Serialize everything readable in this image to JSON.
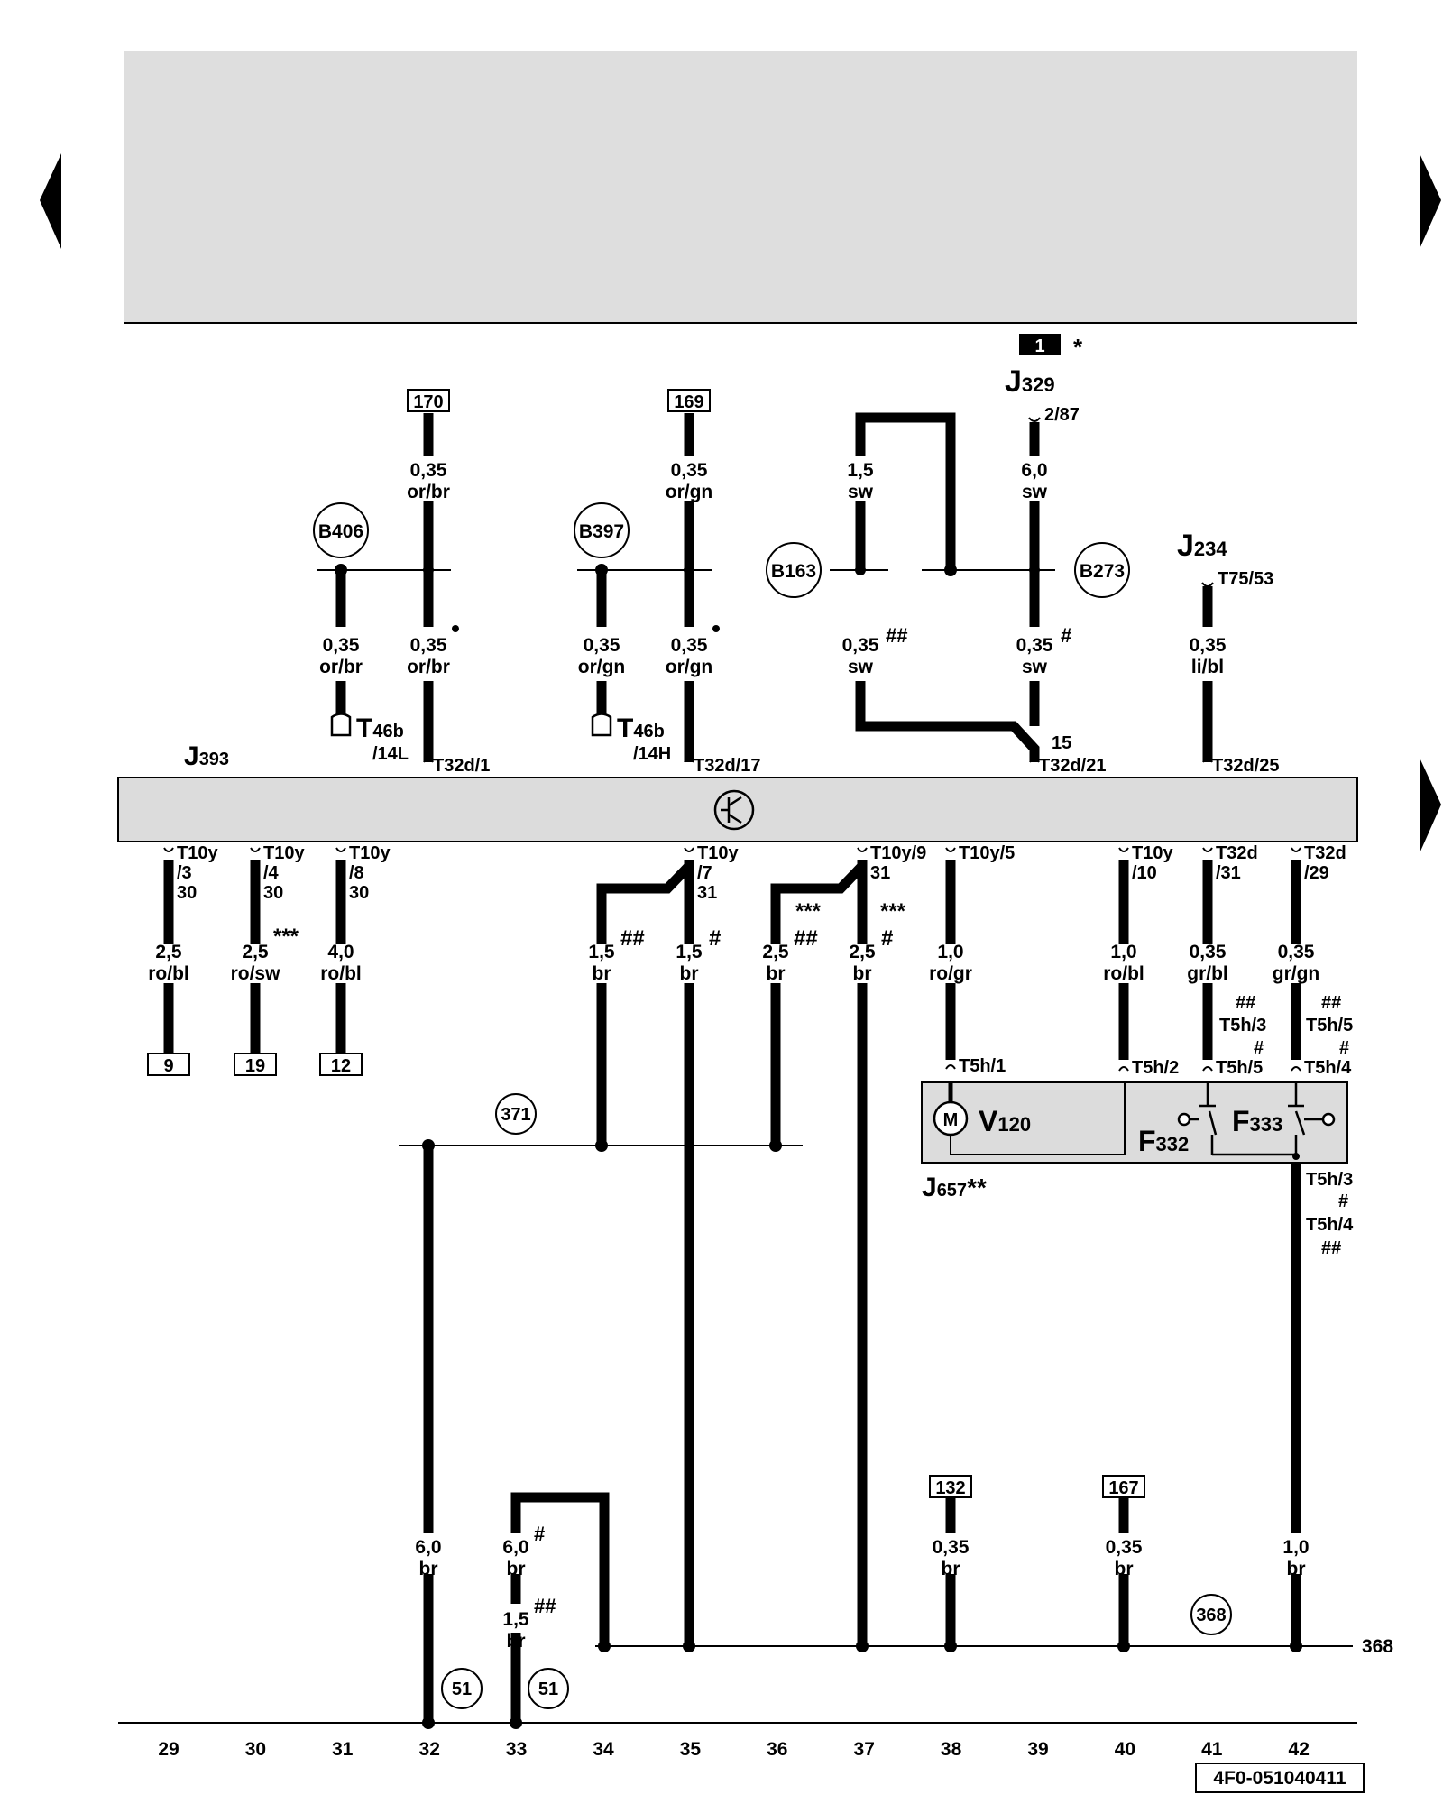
{
  "drawing_code": "4F0-051040411",
  "page_marker": "1",
  "page_marker_note": "*",
  "bottom_numbers": [
    "29",
    "30",
    "31",
    "32",
    "33",
    "34",
    "35",
    "36",
    "37",
    "38",
    "39",
    "40",
    "41",
    "42"
  ],
  "bus_368_label": "368",
  "components": {
    "J393": {
      "main": "J",
      "sub": "393"
    },
    "J329": {
      "main": "J",
      "sub": "329",
      "pin": "2/87"
    },
    "J234": {
      "main": "J",
      "sub": "234",
      "pin": "T75/53"
    },
    "V120": {
      "main": "V",
      "sub": "120",
      "motor": "M"
    },
    "F332": {
      "main": "F",
      "sub": "332"
    },
    "F333": {
      "main": "F",
      "sub": "333"
    },
    "J657": {
      "main": "J",
      "sub": "657",
      "note": "**"
    },
    "T46b_L": {
      "main": "T",
      "sub": "46b",
      "pin": "/14L"
    },
    "T46b_H": {
      "main": "T",
      "sub": "46b",
      "pin": "/14H"
    }
  },
  "circles": [
    "B406",
    "B397",
    "B163",
    "B273",
    "371",
    "368",
    "51",
    "51"
  ],
  "boxes": [
    "170",
    "169",
    "9",
    "19",
    "12",
    "132",
    "167"
  ],
  "wires": [
    {
      "id": "w170",
      "size": "0,35",
      "color": "or/br"
    },
    {
      "id": "w169",
      "size": "0,35",
      "color": "or/gn"
    },
    {
      "id": "wsw15",
      "size": "1,5",
      "color": "sw"
    },
    {
      "id": "wsw60",
      "size": "6,0",
      "color": "sw"
    },
    {
      "id": "w406l",
      "size": "0,35",
      "color": "or/br"
    },
    {
      "id": "w406r",
      "size": "0,35",
      "color": "or/br"
    },
    {
      "id": "w397l",
      "size": "0,35",
      "color": "or/gn"
    },
    {
      "id": "w397r",
      "size": "0,35",
      "color": "or/gn"
    },
    {
      "id": "w163",
      "size": "0,35",
      "color": "sw",
      "note": "##"
    },
    {
      "id": "w273",
      "size": "0,35",
      "color": "sw",
      "note": "#"
    },
    {
      "id": "w234",
      "size": "0,35",
      "color": "li/bl"
    },
    {
      "id": "w29",
      "size": "2,5",
      "color": "ro/bl"
    },
    {
      "id": "w30",
      "size": "2,5",
      "color": "ro/sw",
      "note": "***"
    },
    {
      "id": "w31",
      "size": "4,0",
      "color": "ro/bl"
    },
    {
      "id": "w34",
      "size": "1,5",
      "color": "br",
      "note": "##"
    },
    {
      "id": "w35",
      "size": "1,5",
      "color": "br",
      "note": "#"
    },
    {
      "id": "w36",
      "size": "2,5",
      "color": "br",
      "note": "##"
    },
    {
      "id": "w37",
      "size": "2,5",
      "color": "br",
      "note": "#"
    },
    {
      "id": "w38",
      "size": "1,0",
      "color": "ro/gr"
    },
    {
      "id": "w40",
      "size": "1,0",
      "color": "ro/bl"
    },
    {
      "id": "w41",
      "size": "0,35",
      "color": "gr/bl"
    },
    {
      "id": "w42",
      "size": "0,35",
      "color": "gr/gn"
    },
    {
      "id": "w32b",
      "size": "6,0",
      "color": "br"
    },
    {
      "id": "w33a",
      "size": "6,0",
      "color": "br",
      "note": "#"
    },
    {
      "id": "w33b",
      "size": "1,5",
      "color": "br",
      "note": "##"
    },
    {
      "id": "w38b",
      "size": "0,35",
      "color": "br"
    },
    {
      "id": "w40b",
      "size": "0,35",
      "color": "br"
    },
    {
      "id": "w42b",
      "size": "1,0",
      "color": "br"
    }
  ],
  "pins": [
    {
      "id": "p1",
      "text": "T32d/1"
    },
    {
      "id": "p17",
      "text": "T32d/17"
    },
    {
      "id": "p21",
      "text": "T32d/21"
    },
    {
      "id": "p21b",
      "text": "15"
    },
    {
      "id": "p25",
      "text": "T32d/25"
    },
    {
      "id": "pA1",
      "lines": [
        "T10y",
        "/3",
        "30"
      ]
    },
    {
      "id": "pA2",
      "lines": [
        "T10y",
        "/4",
        "30"
      ]
    },
    {
      "id": "pA3",
      "lines": [
        "T10y",
        "/8",
        "30"
      ]
    },
    {
      "id": "pA4",
      "lines": [
        "T10y",
        "/7",
        "31"
      ]
    },
    {
      "id": "pA5",
      "lines": [
        "T10y/9",
        "31"
      ]
    },
    {
      "id": "pA6",
      "text": "T10y/5"
    },
    {
      "id": "pA7",
      "lines": [
        "T10y",
        "/10"
      ]
    },
    {
      "id": "pA8",
      "lines": [
        "T32d",
        "/31"
      ]
    },
    {
      "id": "pA9",
      "lines": [
        "T32d",
        "/29"
      ]
    },
    {
      "id": "t5h1",
      "text": "T5h/1"
    },
    {
      "id": "t5h2",
      "text": "T5h/2"
    },
    {
      "id": "t5h3a",
      "text": "T5h/3"
    },
    {
      "id": "t5h5a",
      "text": "T5h/5"
    },
    {
      "id": "t5h5b",
      "text": "T5h/5"
    },
    {
      "id": "t5h4a",
      "text": "T5h/4"
    },
    {
      "id": "t5h3b",
      "text": "T5h/3"
    },
    {
      "id": "t5h4b",
      "text": "T5h/4"
    }
  ],
  "notes": {
    "triple": "***",
    "double": "##",
    "single": "#"
  }
}
